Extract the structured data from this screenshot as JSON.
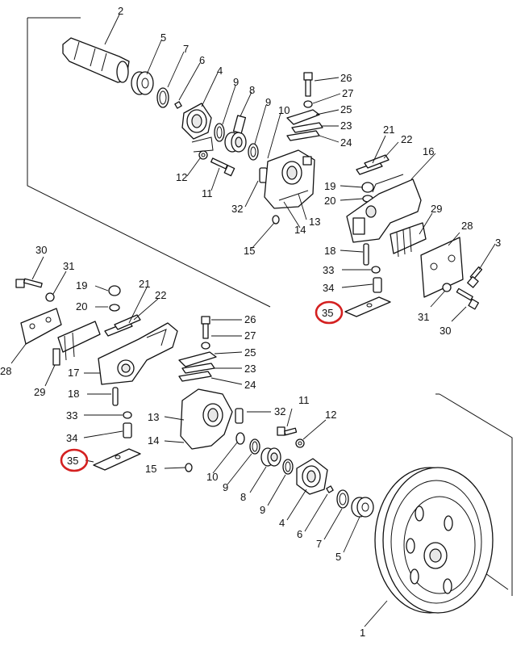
{
  "highlight_color": "#d42020",
  "callouts": {
    "c_1": "1",
    "c_2": "2",
    "c_3": "3",
    "c_4a": "4",
    "c_4b": "4",
    "c_5a": "5",
    "c_5b": "5",
    "c_6a": "6",
    "c_6b": "6",
    "c_7a": "7",
    "c_7b": "7",
    "c_8a": "8",
    "c_8b": "8",
    "c_9a": "9",
    "c_9b": "9",
    "c_9c": "9",
    "c_9d": "9",
    "c_10a": "10",
    "c_10b": "10",
    "c_11a": "11",
    "c_11b": "11",
    "c_12a": "12",
    "c_12b": "12",
    "c_13a": "13",
    "c_13b": "13",
    "c_14a": "14",
    "c_14b": "14",
    "c_15a": "15",
    "c_15b": "15",
    "c_16": "16",
    "c_17": "17",
    "c_18a": "18",
    "c_18b": "18",
    "c_19a": "19",
    "c_19b": "19",
    "c_20a": "20",
    "c_20b": "20",
    "c_21a": "21",
    "c_21b": "21",
    "c_22a": "22",
    "c_22b": "22",
    "c_23a": "23",
    "c_23b": "23",
    "c_24a": "24",
    "c_24b": "24",
    "c_25a": "25",
    "c_25b": "25",
    "c_26a": "26",
    "c_26b": "26",
    "c_27a": "27",
    "c_27b": "27",
    "c_28a": "28",
    "c_28b": "28",
    "c_29a": "29",
    "c_29b": "29",
    "c_30a": "30",
    "c_30b": "30",
    "c_31a": "31",
    "c_31b": "31",
    "c_32a": "32",
    "c_32b": "32",
    "c_33a": "33",
    "c_33b": "33",
    "c_34a": "34",
    "c_34b": "34",
    "c_35a": "35",
    "c_35b": "35"
  }
}
